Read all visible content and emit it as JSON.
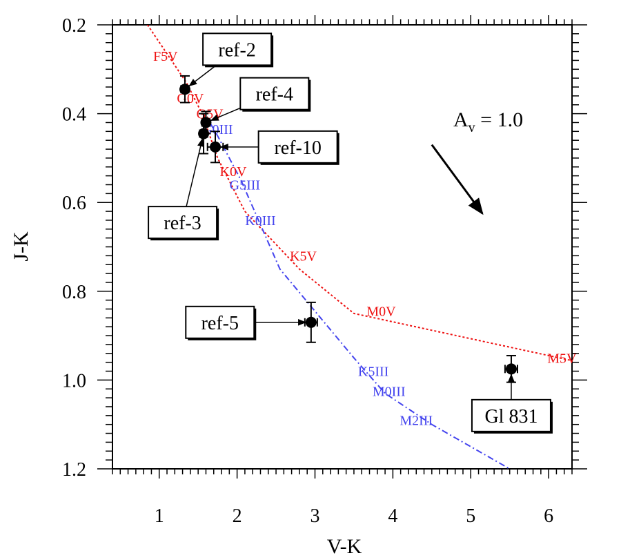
{
  "chart_data": {
    "type": "scatter",
    "xlabel": "V-K",
    "ylabel": "J-K",
    "xlim": [
      0.4,
      6.3
    ],
    "ylim": [
      1.2,
      0.2
    ],
    "y_inverted": true,
    "xticks": [
      1,
      2,
      3,
      4,
      5,
      6
    ],
    "xtick_labels": [
      "1",
      "2",
      "3",
      "4",
      "5",
      "6"
    ],
    "yticks": [
      0.2,
      0.4,
      0.6,
      0.8,
      1.0,
      1.2
    ],
    "ytick_labels": [
      "0.2",
      "0.4",
      "0.6",
      "0.8",
      "1.0",
      "1.2"
    ],
    "grid": false,
    "colors": {
      "dwarf": "#ee1111",
      "giant": "#4444ee",
      "points": "#000000"
    },
    "series": [
      {
        "style": "dotted",
        "color": "#ee1111",
        "x": [
          0.85,
          1.35,
          1.55,
          1.75,
          2.1,
          2.8,
          3.5,
          6.4
        ],
        "y": [
          0.2,
          0.33,
          0.4,
          0.5,
          0.62,
          0.75,
          0.85,
          0.96
        ]
      },
      {
        "style": "dash-dot",
        "color": "#4444ee",
        "x": [
          1.65,
          1.75,
          2.05,
          2.3,
          2.55,
          3.5,
          3.9,
          4.5,
          5.5
        ],
        "y": [
          0.42,
          0.45,
          0.55,
          0.65,
          0.75,
          0.95,
          1.03,
          1.1,
          1.2
        ]
      }
    ],
    "spectral_labels": [
      {
        "text": "F5V",
        "x": 1.08,
        "y": 0.27,
        "group": "dwarf"
      },
      {
        "text": "G0V",
        "x": 1.4,
        "y": 0.365,
        "group": "dwarf"
      },
      {
        "text": "G5V",
        "x": 1.65,
        "y": 0.4,
        "group": "dwarf"
      },
      {
        "text": "K0V",
        "x": 1.95,
        "y": 0.53,
        "group": "dwarf"
      },
      {
        "text": "K5V",
        "x": 2.85,
        "y": 0.72,
        "group": "dwarf"
      },
      {
        "text": "M0V",
        "x": 3.85,
        "y": 0.845,
        "group": "dwarf"
      },
      {
        "text": "M5V",
        "x": 6.17,
        "y": 0.95,
        "group": "dwarf"
      },
      {
        "text": "G0III",
        "x": 1.75,
        "y": 0.435,
        "group": "giant"
      },
      {
        "text": "G5III",
        "x": 2.1,
        "y": 0.56,
        "group": "giant"
      },
      {
        "text": "K0III",
        "x": 2.3,
        "y": 0.64,
        "group": "giant"
      },
      {
        "text": "K5III",
        "x": 3.75,
        "y": 0.98,
        "group": "giant"
      },
      {
        "text": "M0III",
        "x": 3.95,
        "y": 1.025,
        "group": "giant"
      },
      {
        "text": "M2III",
        "x": 4.3,
        "y": 1.09,
        "group": "giant"
      }
    ],
    "points": [
      {
        "label": "ref-2",
        "x": 1.33,
        "y": 0.345,
        "xerr": 0.05,
        "yerr": 0.03,
        "box_x": 2.0,
        "box_y": 0.255
      },
      {
        "label": "ref-4",
        "x": 1.6,
        "y": 0.42,
        "xerr": 0.05,
        "yerr": 0.025,
        "box_x": 2.48,
        "box_y": 0.355
      },
      {
        "label": "ref-3",
        "x": 1.57,
        "y": 0.445,
        "xerr": 0.05,
        "yerr": 0.045,
        "box_x": 1.3,
        "box_y": 0.645
      },
      {
        "label": "ref-10",
        "x": 1.72,
        "y": 0.475,
        "xerr": 0.1,
        "yerr": 0.035,
        "box_x": 2.78,
        "box_y": 0.475
      },
      {
        "label": "ref-5",
        "x": 2.95,
        "y": 0.87,
        "xerr": 0.08,
        "yerr": 0.045,
        "box_x": 1.78,
        "box_y": 0.87
      },
      {
        "label": "Gl 831",
        "x": 5.52,
        "y": 0.975,
        "xerr": 0.08,
        "yerr": 0.03,
        "box_x": 5.52,
        "box_y": 1.08
      }
    ],
    "reddening_vector": {
      "label_main": "A",
      "label_sub": "v",
      "label_rest": " = 1.0",
      "x0": 4.5,
      "y0": 0.47,
      "x1": 5.15,
      "y1": 0.625
    }
  }
}
